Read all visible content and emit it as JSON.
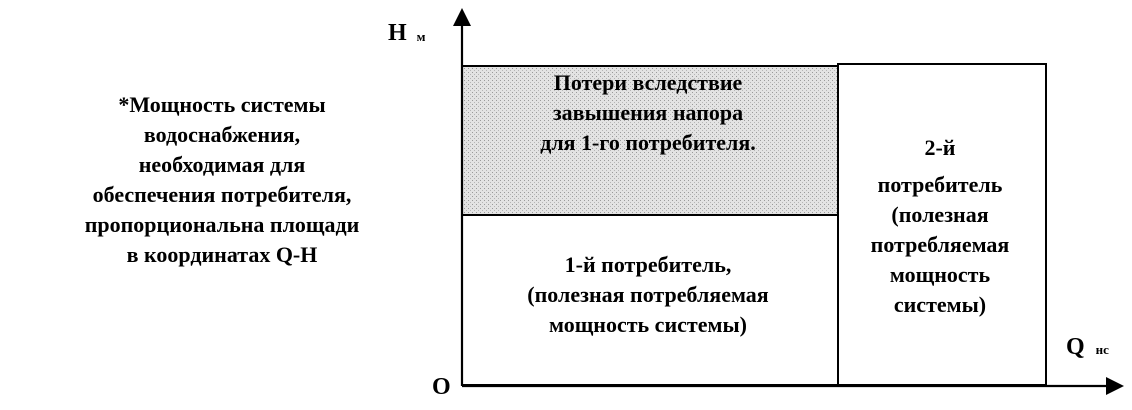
{
  "note": {
    "lines": [
      "*Мощность системы",
      "водоснабжения,",
      "необходимая для",
      "обеспечения потребителя,",
      "пропорциональна  площади",
      "в координатах Q-H"
    ]
  },
  "axes": {
    "y_label": "H",
    "y_unit": "м",
    "x_label": "Q",
    "x_unit": "нс",
    "origin": "O"
  },
  "regions": {
    "losses": {
      "lines": [
        "Потери вследствие",
        "завышения напора",
        "для 1-го потребителя."
      ],
      "fill": "#d9d9d9"
    },
    "consumer1": {
      "lines": [
        "1-й потребитель,",
        "(полезная потребляемая",
        "мощность системы)"
      ]
    },
    "consumer2": {
      "lines": [
        "2-й",
        "потребитель",
        "(полезная",
        "потребляемая",
        "мощность",
        "системы)"
      ]
    }
  },
  "colors": {
    "stroke": "#000000",
    "shade": "#d9d9d9"
  }
}
